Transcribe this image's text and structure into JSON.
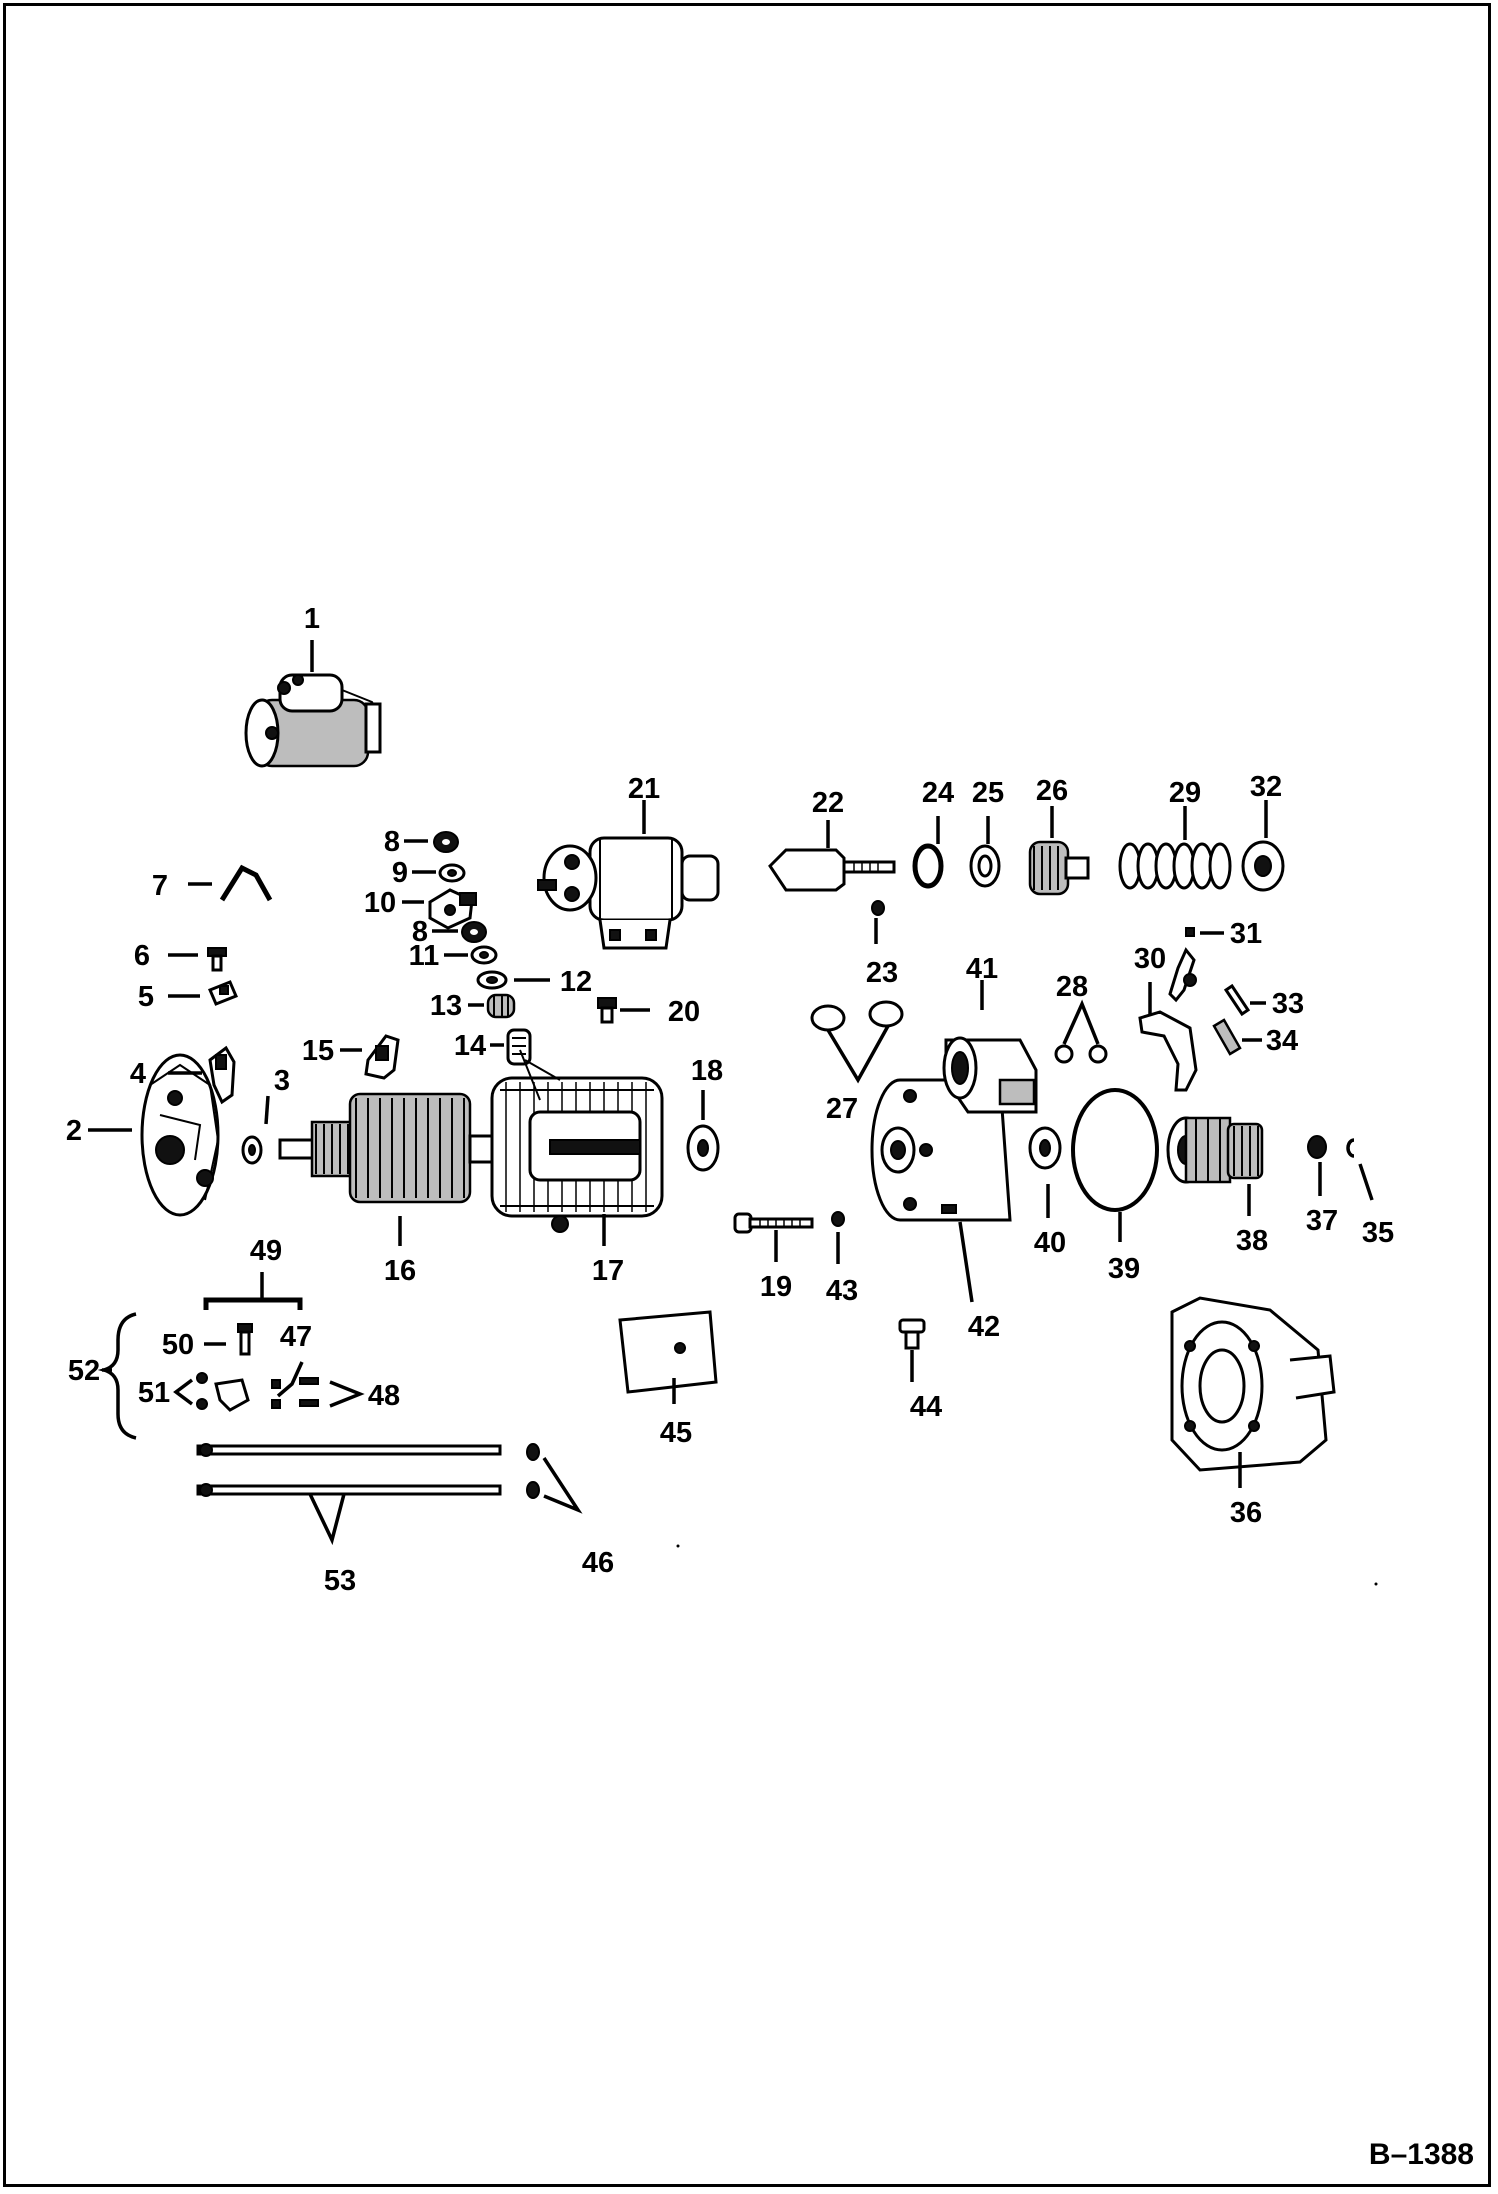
{
  "drawing_number": "B–1388",
  "callouts": [
    "1",
    "2",
    "3",
    "4",
    "5",
    "6",
    "7",
    "8",
    "9",
    "10",
    "11",
    "12",
    "13",
    "14",
    "15",
    "16",
    "17",
    "18",
    "19",
    "20",
    "21",
    "22",
    "23",
    "24",
    "25",
    "26",
    "27",
    "28",
    "29",
    "30",
    "31",
    "32",
    "33",
    "34",
    "35",
    "36",
    "37",
    "38",
    "39",
    "40",
    "41",
    "42",
    "43",
    "44",
    "45",
    "46",
    "47",
    "48",
    "49",
    "50",
    "51",
    "52",
    "53"
  ]
}
